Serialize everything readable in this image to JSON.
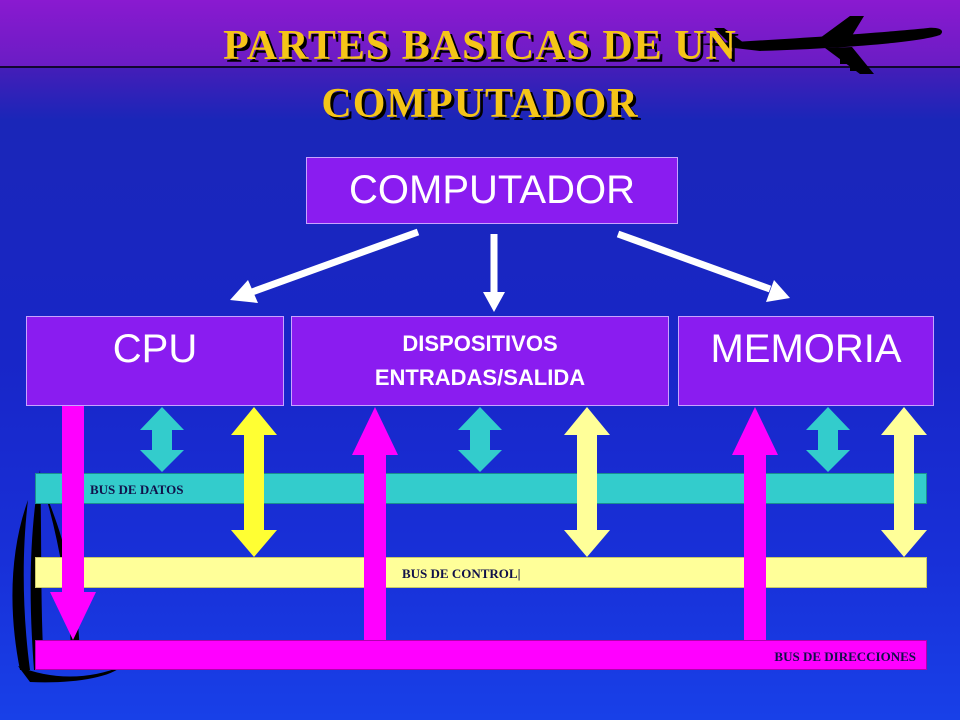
{
  "title": {
    "line1": "PARTES BASICAS DE UN",
    "line2": "COMPUTADOR"
  },
  "diagram": {
    "root": "COMPUTADOR",
    "components": [
      "CPU",
      "DISPOSITIVOS",
      "ENTRADAS/SALIDA",
      "MEMORIA"
    ],
    "buses": {
      "datos": "BUS DE DATOS",
      "control": "BUS DE CONTROL|",
      "direcciones": "BUS DE DIRECCIONES"
    }
  },
  "colors": {
    "title": "#f5c518",
    "box": "#8a1cf0",
    "bus_datos": "#33cccc",
    "bus_control": "#ffff99",
    "bus_direcciones": "#ff00ff",
    "arrow_datos": "#33cccc",
    "arrow_control": "#ffff33",
    "arrow_direcciones": "#ff00ff",
    "tree_arrow": "#ffffff"
  },
  "icons": [
    "airplane-icon",
    "sailboat-icon"
  ]
}
